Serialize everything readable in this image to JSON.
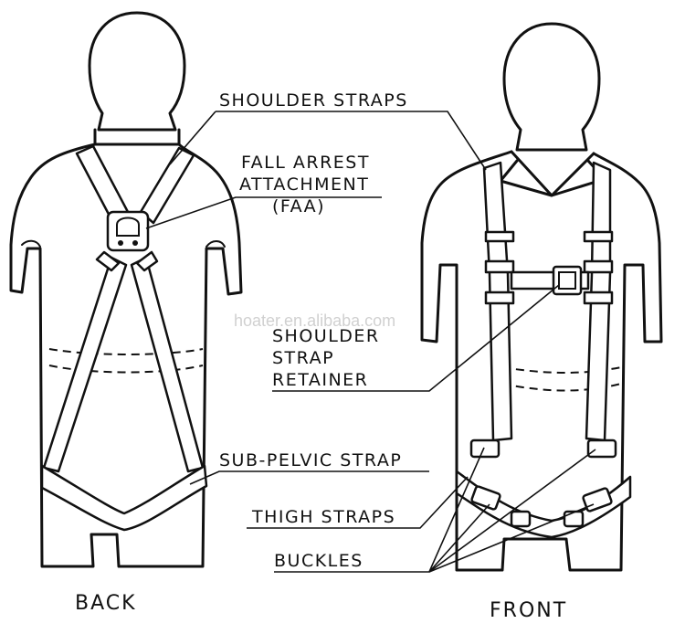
{
  "labels": {
    "shoulder_straps": "SHOULDER STRAPS",
    "faa_line1": "FALL ARREST",
    "faa_line2": "ATTACHMENT",
    "faa_line3": "(FAA)",
    "retainer_line1": "SHOULDER",
    "retainer_line2": "STRAP",
    "retainer_line3": "RETAINER",
    "sub_pelvic": "SUB-PELVIC STRAP",
    "thigh_straps": "THIGH STRAPS",
    "buckles": "BUCKLES"
  },
  "captions": {
    "back": "BACK",
    "front": "FRONT"
  },
  "watermark": "hoater.en.alibaba.com"
}
